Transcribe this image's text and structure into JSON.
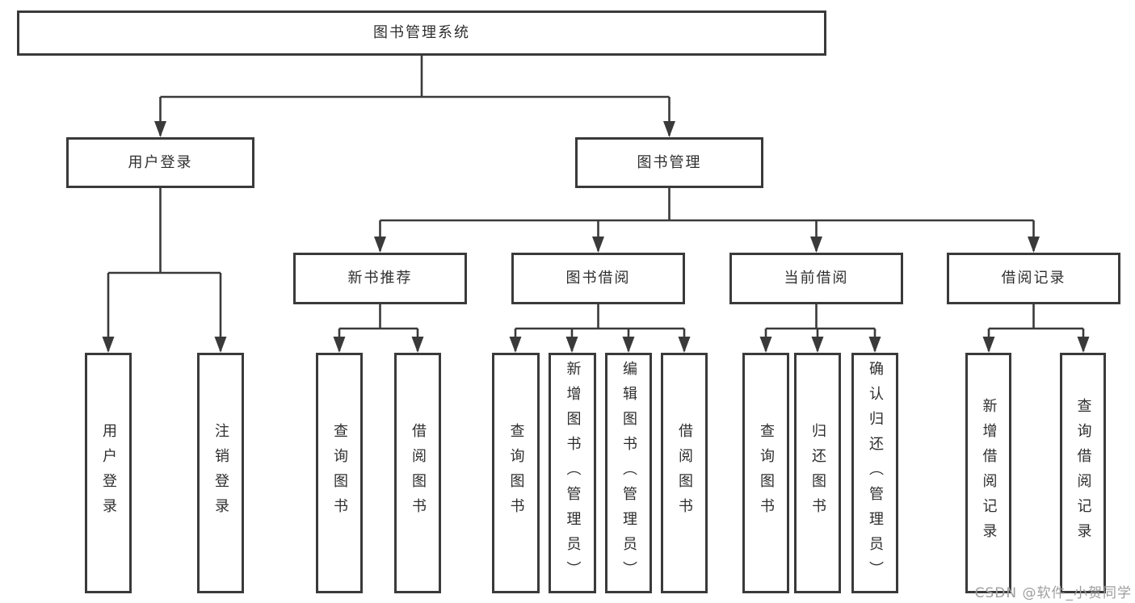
{
  "colors": {
    "line": "#3a3a3a",
    "box_border": "#3a3a3a",
    "text": "#2e2e2e",
    "watermark": "#9e9e9e",
    "background": "#ffffff"
  },
  "watermark": "CSDN @软件_小贺同学",
  "tree": {
    "root": {
      "label": "图书管理系统",
      "children": [
        {
          "label": "用户登录",
          "children": [
            {
              "label": "用户登录"
            },
            {
              "label": "注销登录"
            }
          ]
        },
        {
          "label": "图书管理",
          "children": [
            {
              "label": "新书推荐",
              "children": [
                {
                  "label": "查询图书"
                },
                {
                  "label": "借阅图书"
                }
              ]
            },
            {
              "label": "图书借阅",
              "children": [
                {
                  "label": "查询图书"
                },
                {
                  "label": "新增图书（管理员）"
                },
                {
                  "label": "编辑图书（管理员）"
                },
                {
                  "label": "借阅图书"
                }
              ]
            },
            {
              "label": "当前借阅",
              "children": [
                {
                  "label": "查询图书"
                },
                {
                  "label": "归还图书"
                },
                {
                  "label": "确认归还（管理员）"
                }
              ]
            },
            {
              "label": "借阅记录",
              "children": [
                {
                  "label": "新增借阅记录"
                },
                {
                  "label": "查询借阅记录"
                }
              ]
            }
          ]
        }
      ]
    }
  }
}
